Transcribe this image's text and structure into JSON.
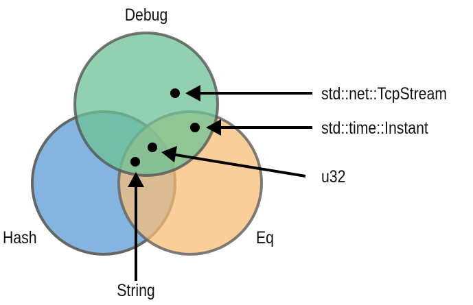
{
  "sets": [
    {
      "id": "hash",
      "label": "Hash",
      "color": "#6fa8dc"
    },
    {
      "id": "eq",
      "label": "Eq",
      "color": "#f8bd77"
    },
    {
      "id": "debug",
      "label": "Debug",
      "color": "#6cc196"
    }
  ],
  "items": [
    {
      "label": "std::net::TcpStream",
      "sets": [
        "Debug"
      ]
    },
    {
      "label": "std::time::Instant",
      "sets": [
        "Debug",
        "Eq"
      ]
    },
    {
      "label": "u32",
      "sets": [
        "Debug",
        "Eq",
        "Hash"
      ]
    },
    {
      "label": "String",
      "sets": [
        "Debug",
        "Eq",
        "Hash"
      ]
    }
  ]
}
